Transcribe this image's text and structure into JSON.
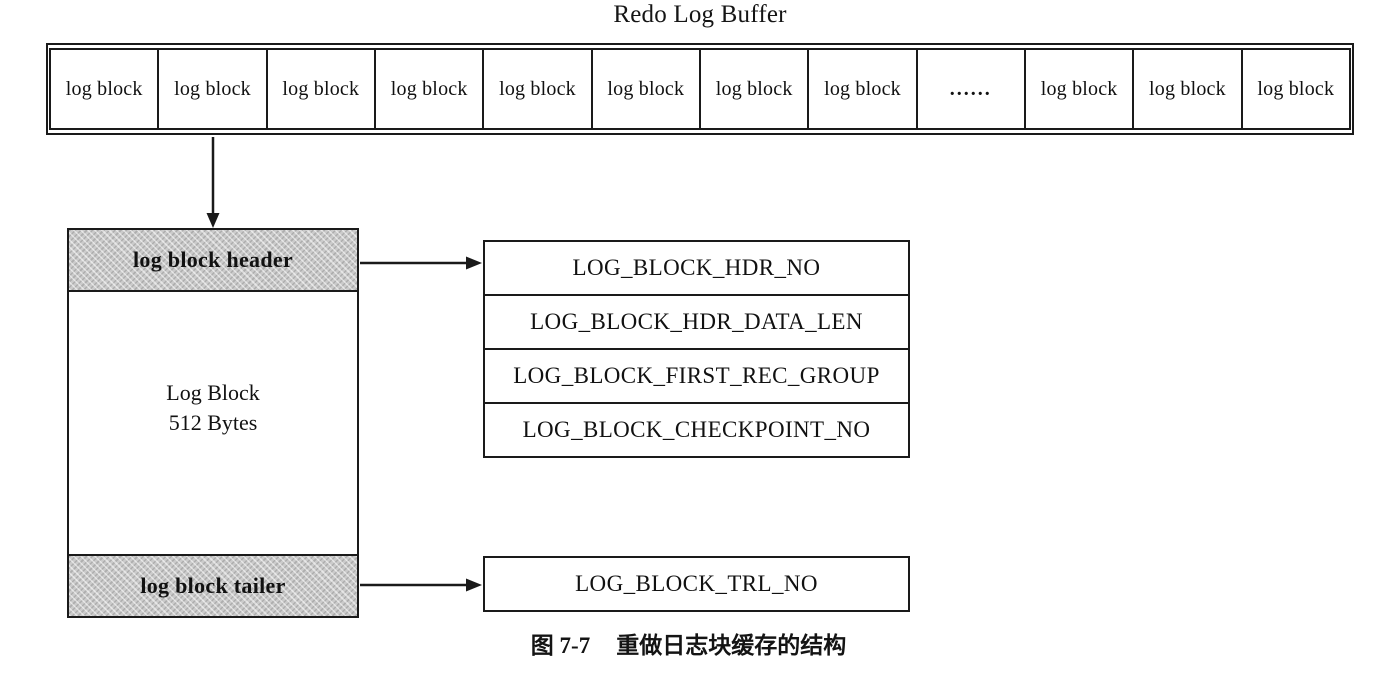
{
  "colors": {
    "line": "#1a1a1a",
    "hatch_fill": "#cbcbcb",
    "background": "#ffffff"
  },
  "buffer": {
    "title": "Redo Log Buffer",
    "cells": [
      "log block",
      "log block",
      "log block",
      "log block",
      "log block",
      "log block",
      "log block",
      "log block",
      "......",
      "log block",
      "log block",
      "log block"
    ]
  },
  "log_block": {
    "header_label": "log block header",
    "body_title": "Log Block",
    "body_subtitle": "512 Bytes",
    "tailer_label": "log block tailer"
  },
  "header_fields": [
    "LOG_BLOCK_HDR_NO",
    "LOG_BLOCK_HDR_DATA_LEN",
    "LOG_BLOCK_FIRST_REC_GROUP",
    "LOG_BLOCK_CHECKPOINT_NO"
  ],
  "tailer_field": "LOG_BLOCK_TRL_NO",
  "caption": {
    "figure_number": "图 7-7",
    "text": "重做日志块缓存的结构"
  }
}
